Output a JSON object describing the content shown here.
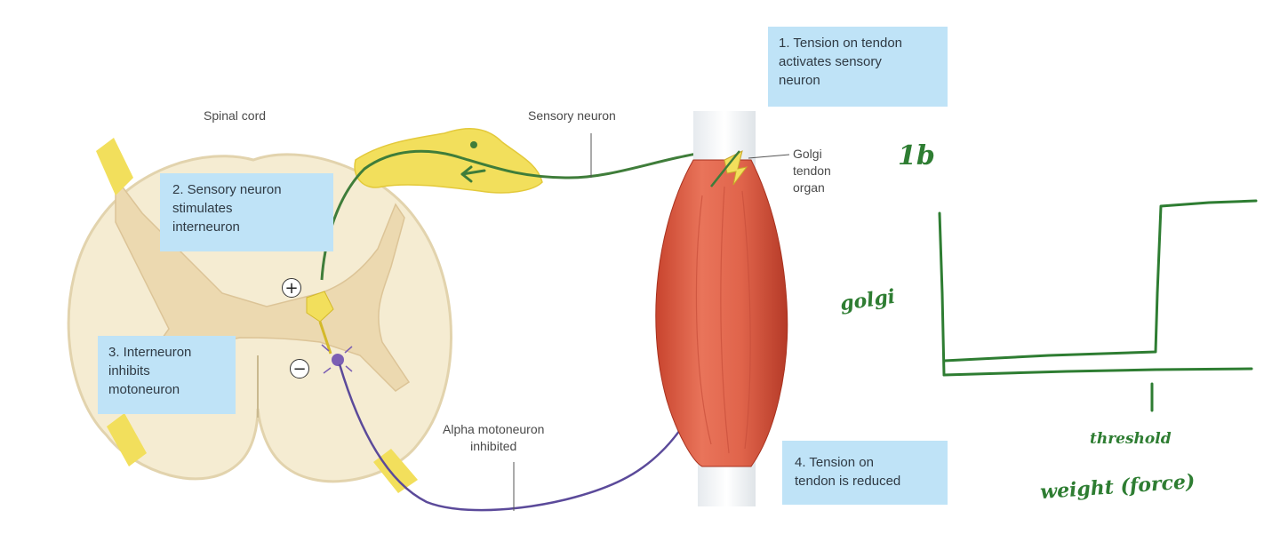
{
  "diagram": {
    "callouts": {
      "step1": "1. Tension on tendon\nactivates sensory\nneuron",
      "step2": "2. Sensory neuron\nstimulates\ninterneuron",
      "step3": "3. Interneuron\ninhibits\nmotoneuron",
      "step4": "4. Tension on\ntendon is reduced"
    },
    "labels": {
      "spinal_cord": "Spinal cord",
      "sensory_neuron": "Sensory neuron",
      "golgi_tendon_organ": "Golgi\ntendon\norgan",
      "alpha_motoneuron": "Alpha motoneuron\ninhibited"
    },
    "signs": {
      "plus": "+",
      "minus": "−"
    }
  },
  "handwritten": {
    "fiber_type": "1b",
    "y_label": "golgi",
    "x_tick_label": "threshold",
    "x_label": "weight (force)"
  },
  "colors": {
    "callout_bg": "#bfe3f7",
    "neuron_green": "#3f7d3a",
    "motoneuron_purple": "#5b4a9a",
    "ink_green": "#2e7d32",
    "muscle_red": "#d9543c",
    "sensory_yellow": "#f2df5c"
  }
}
